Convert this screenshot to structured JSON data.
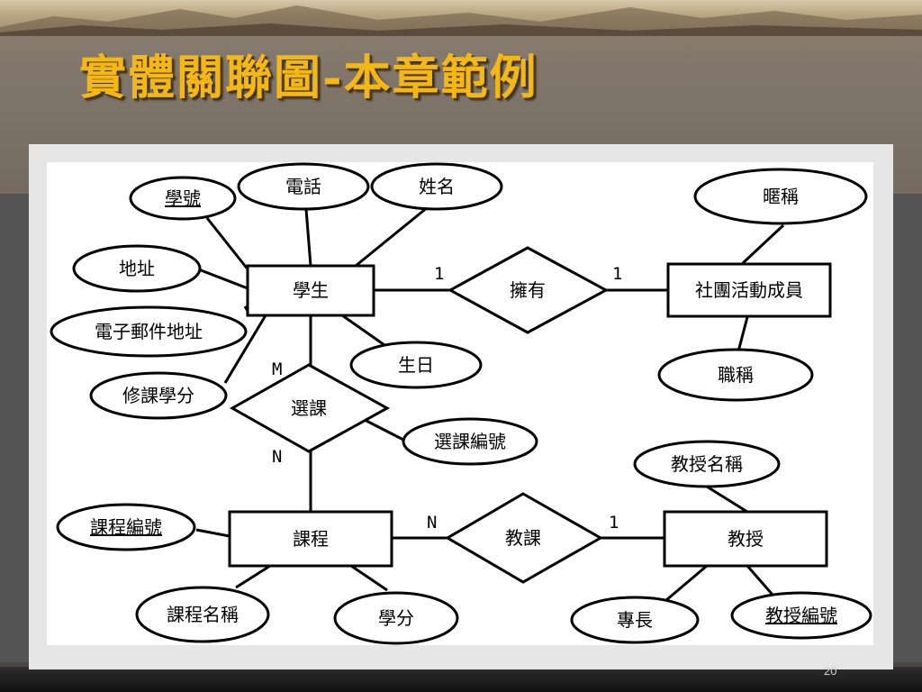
{
  "slide": {
    "title": "實體關聯圖-本章範例",
    "page_number": "20"
  },
  "diagram": {
    "entities": {
      "student": "學生",
      "club_member": "社團活動成員",
      "course": "課程",
      "professor": "教授"
    },
    "relationships": {
      "owns": "擁有",
      "enrolls": "選課",
      "teaches": "教課"
    },
    "attributes": {
      "student_id": "學號",
      "phone": "電話",
      "name": "姓名",
      "address": "地址",
      "email": "電子郵件地址",
      "course_credit": "修課學分",
      "birthday": "生日",
      "enroll_id": "選課編號",
      "nickname": "暱稱",
      "job_title": "職稱",
      "course_id": "課程編號",
      "course_name": "課程名稱",
      "credit": "學分",
      "prof_title": "教授名稱",
      "specialty": "專長",
      "prof_id": "教授編號"
    },
    "cardinalities": {
      "owns_student": "1",
      "owns_member": "1",
      "enroll_student": "M",
      "enroll_course": "N",
      "teach_course": "N",
      "teach_prof": "1"
    }
  },
  "colors": {
    "title": "#f4b816",
    "frame": "#e6e6e6"
  }
}
